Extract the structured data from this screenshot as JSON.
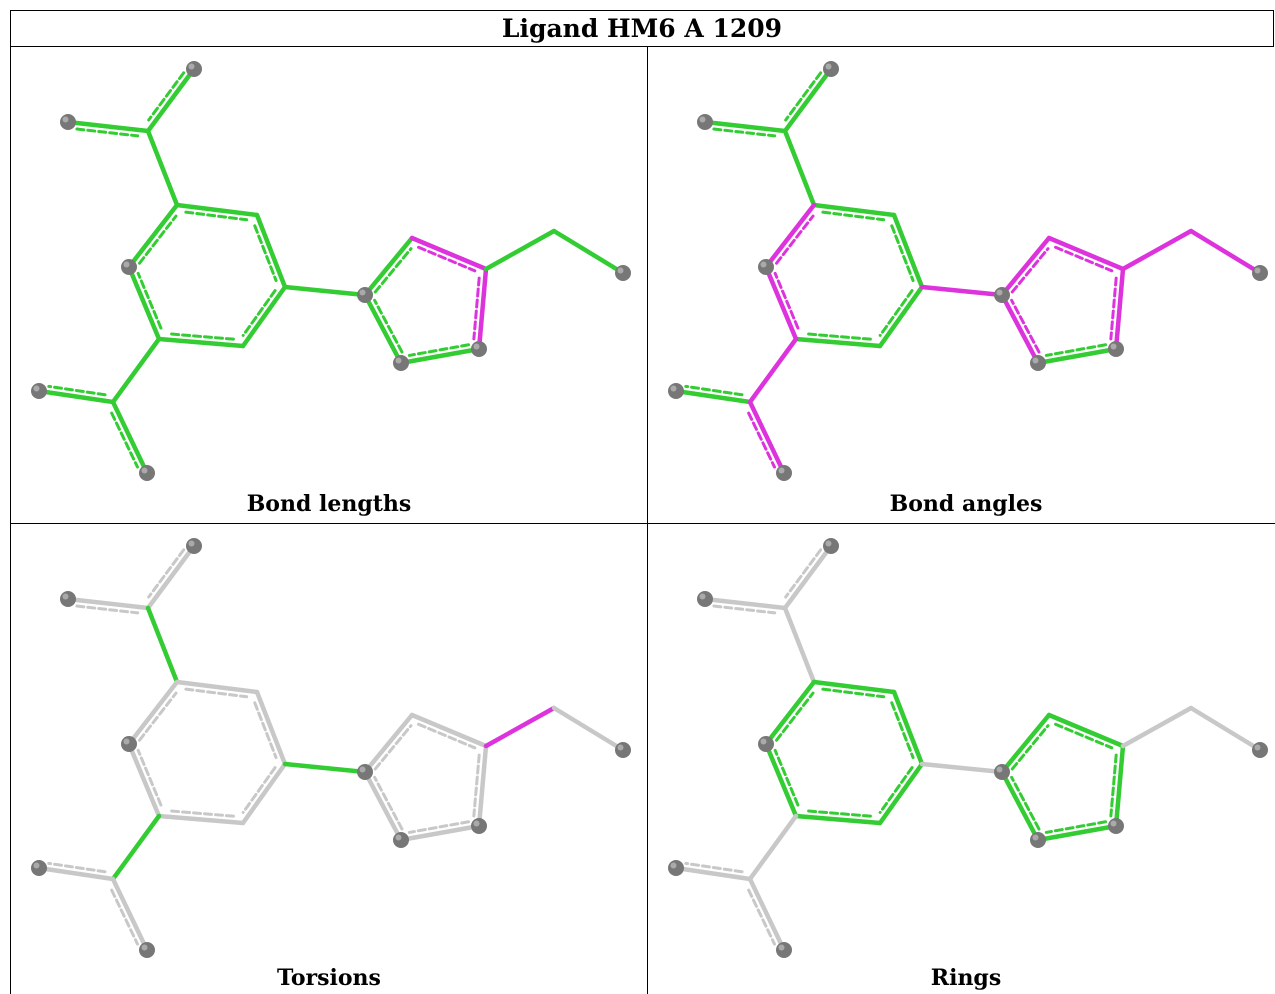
{
  "title": "Ligand HM6 A 1209",
  "colors": {
    "ok": "#33cc33",
    "outlier": "#dd33dd",
    "neutral": "#c8c8c8",
    "atom": "#777777"
  },
  "panels": [
    {
      "caption": "Bond lengths"
    },
    {
      "caption": "Bond angles"
    },
    {
      "caption": "Torsions"
    },
    {
      "caption": "Rings"
    }
  ]
}
